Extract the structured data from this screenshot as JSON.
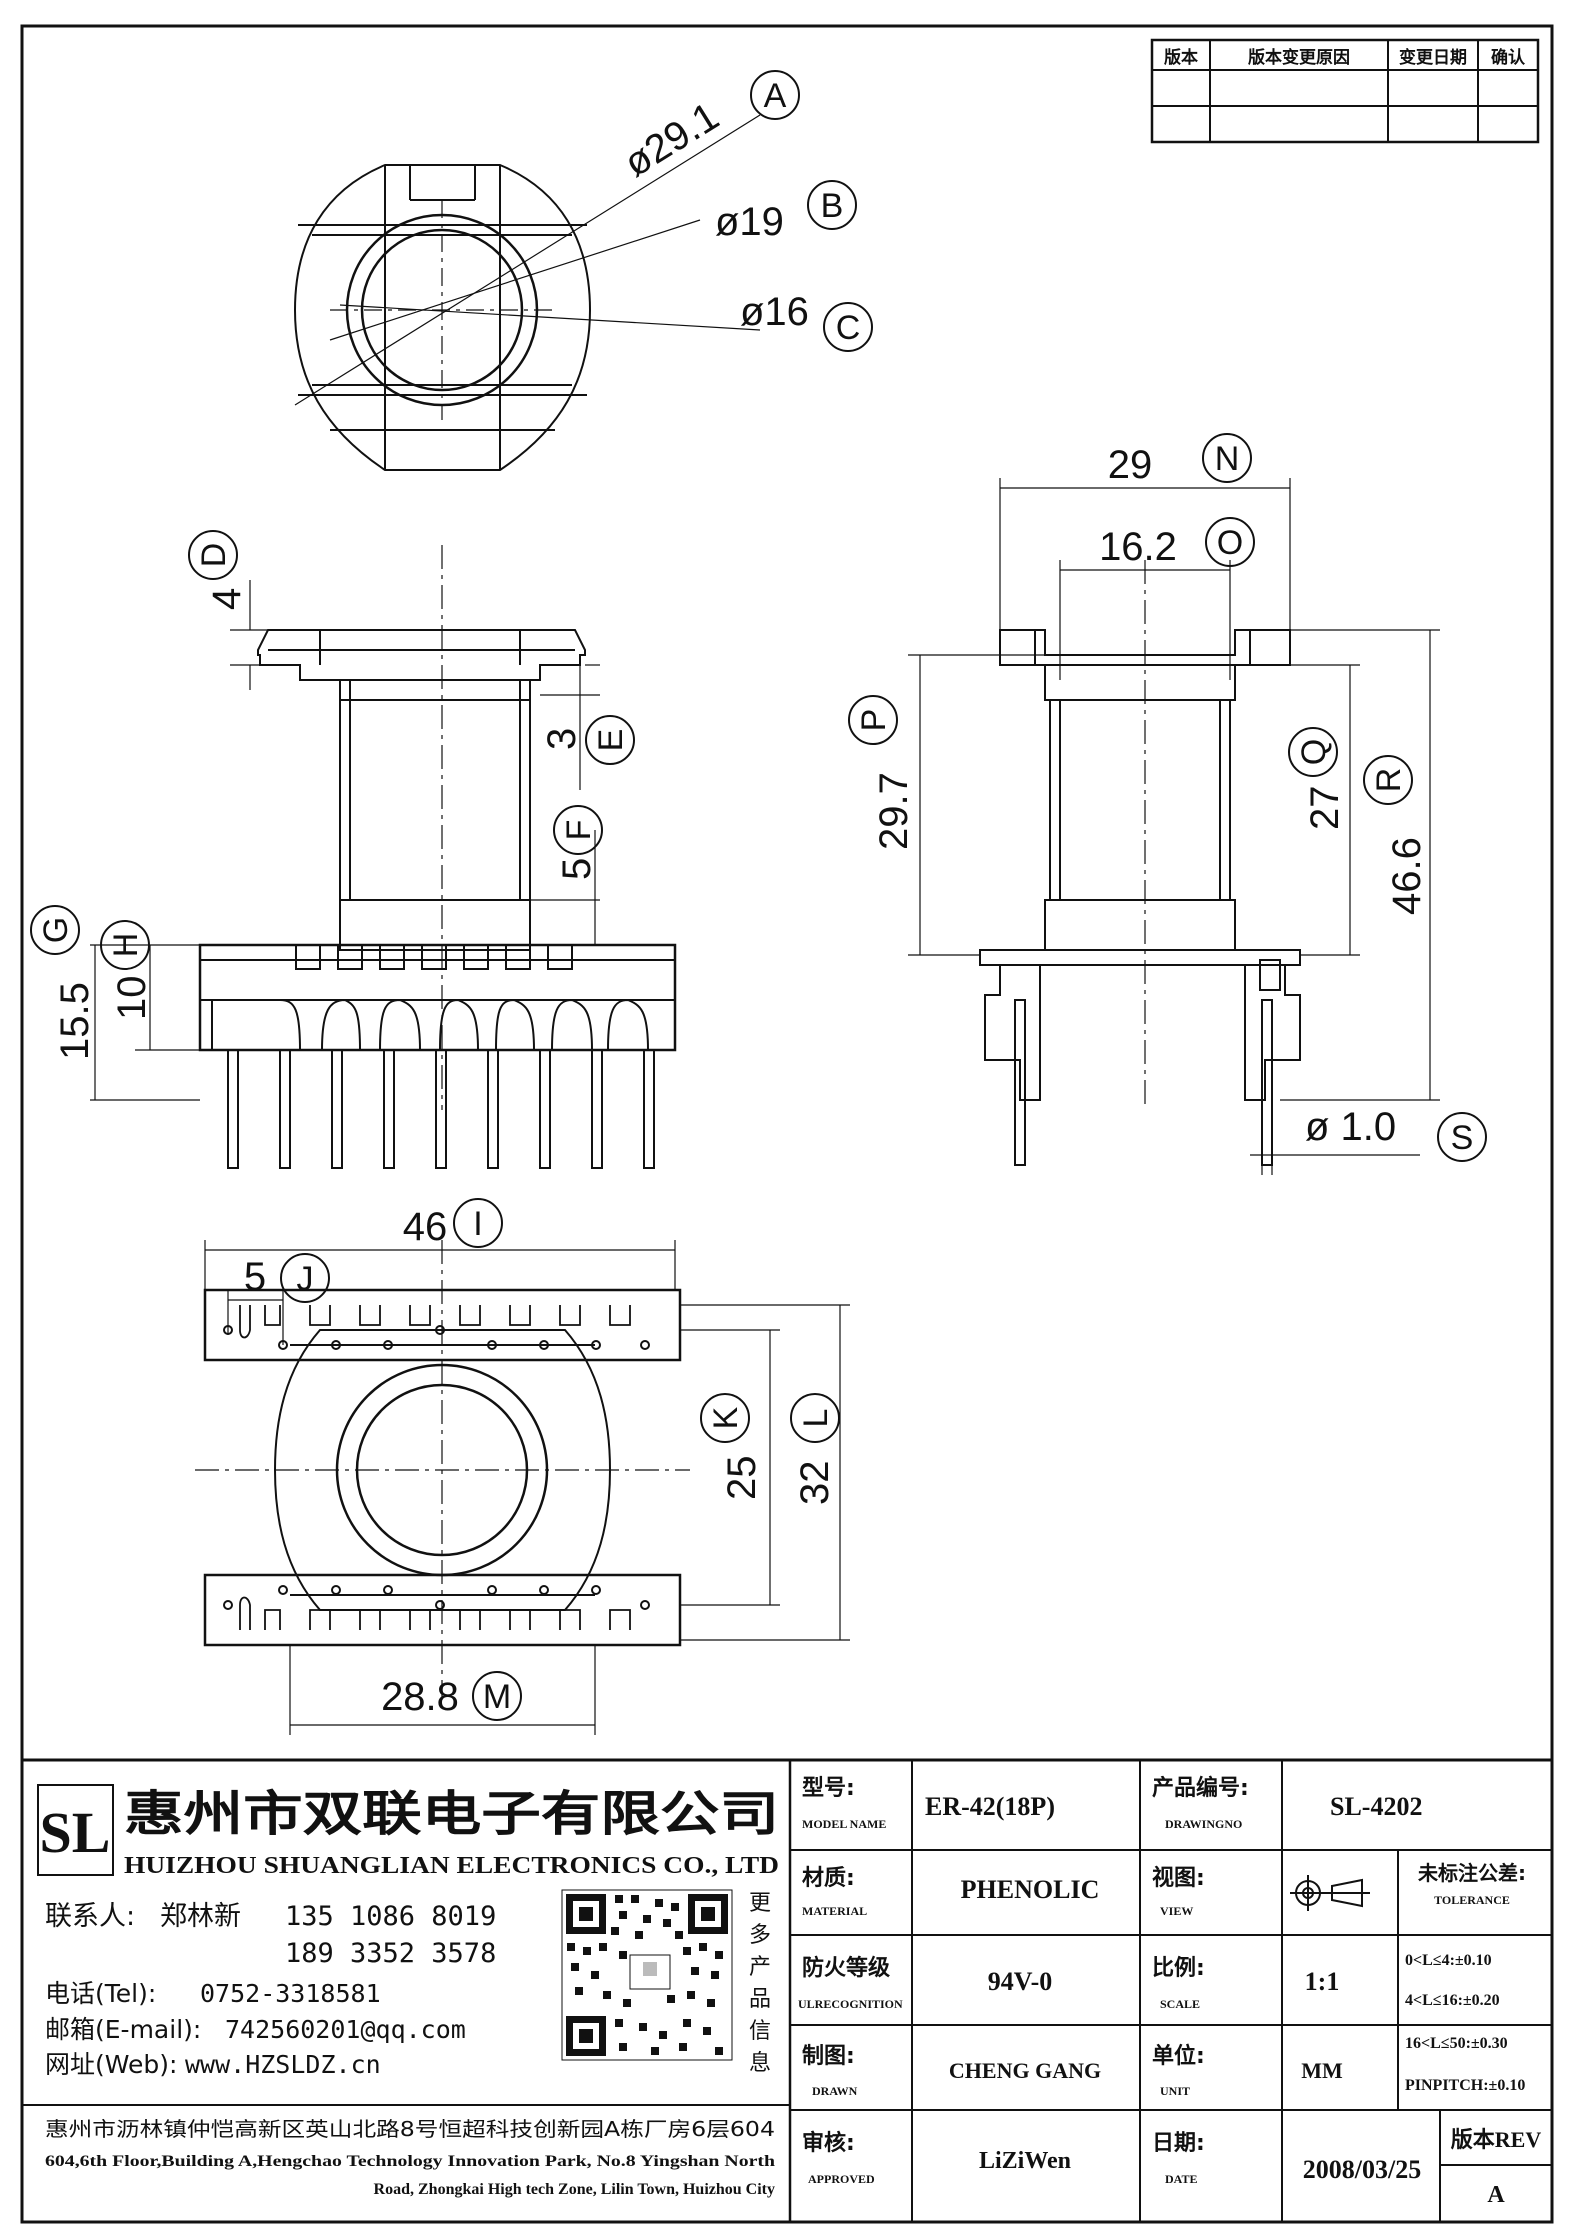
{
  "revision_table": {
    "headers": [
      "版本",
      "版本变更原因",
      "变更日期",
      "确认"
    ]
  },
  "top_view": {
    "dims": [
      {
        "value": "ø29.1",
        "tag": "A"
      },
      {
        "value": "ø19",
        "tag": "B"
      },
      {
        "value": "ø16",
        "tag": "C"
      }
    ]
  },
  "front_view": {
    "dims": [
      {
        "value": "4",
        "tag": "D"
      },
      {
        "value": "3",
        "tag": "E"
      },
      {
        "value": "5",
        "tag": "F"
      },
      {
        "value": "15.5",
        "tag": "G"
      },
      {
        "value": "10",
        "tag": "H"
      }
    ]
  },
  "side_view": {
    "dims": [
      {
        "value": "29",
        "tag": "N"
      },
      {
        "value": "16.2",
        "tag": "O"
      },
      {
        "value": "29.7",
        "tag": "P"
      },
      {
        "value": "27",
        "tag": "Q"
      },
      {
        "value": "46.6",
        "tag": "R"
      },
      {
        "value": "ø 1.0",
        "tag": "S"
      }
    ]
  },
  "bottom_view": {
    "dims": [
      {
        "value": "46",
        "tag": "I"
      },
      {
        "value": "5",
        "tag": "J"
      },
      {
        "value": "25",
        "tag": "K"
      },
      {
        "value": "32",
        "tag": "L"
      },
      {
        "value": "28.8",
        "tag": "M"
      }
    ]
  },
  "company": {
    "logo_text": "SL",
    "name_cn": "惠州市双联电子有限公司",
    "name_en": "HUIZHOU SHUANGLIAN ELECTRONICS CO., LTD",
    "contact_label": "联系人:",
    "contact_name": "郑林新",
    "phone1": "135 1086 8019",
    "phone2": "189 3352 3578",
    "tel_label": "电话(Tel):",
    "tel": "0752-3318581",
    "email_label": "邮箱(E-mail):",
    "email": "742560201@qq.com",
    "web_label": "网址(Web):",
    "web": "www.HZSLDZ.cn",
    "qr_caption": "更多产品信息",
    "address_cn": "惠州市沥林镇仲恺高新区英山北路8号恒超科技创新园A栋厂房6层604",
    "address_en_1": "604,6th Floor,Building A,Hengchao Technology Innovation Park, No.8 Yingshan North",
    "address_en_2": "Road, Zhongkai High tech Zone, Lilin Town, Huizhou City"
  },
  "title_block": {
    "model_cn": "型号:",
    "model_en": "MODEL NAME",
    "model_value": "ER-42(18P)",
    "drawingno_cn": "产品编号:",
    "drawingno_en": "DRAWINGNO",
    "drawingno_value": "SL-4202",
    "material_cn": "材质:",
    "material_en": "MATERIAL",
    "material_value": "PHENOLIC",
    "view_cn": "视图:",
    "view_en": "VIEW",
    "tolerance_cn": "未标注公差:",
    "tolerance_en": "TOLERANCE",
    "tolerances": [
      "0<L≤4:±0.10",
      "4<L≤16:±0.20",
      "16<L≤50:±0.30",
      "PINPITCH:±0.10"
    ],
    "flame_cn": "防火等级",
    "flame_en": "ULRECOGNITION",
    "flame_value": "94V-0",
    "scale_cn": "比例:",
    "scale_en": "SCALE",
    "scale_value": "1:1",
    "drawn_cn": "制图:",
    "drawn_en": "DRAWN",
    "drawn_value": "CHENG GANG",
    "unit_cn": "单位:",
    "unit_en": "UNIT",
    "unit_value": "MM",
    "approved_cn": "审核:",
    "approved_en": "APPROVED",
    "approved_value": "LiZiWen",
    "date_cn": "日期:",
    "date_en": "DATE",
    "date_value": "2008/03/25",
    "rev_label": "版本REV",
    "rev_value": "A"
  }
}
